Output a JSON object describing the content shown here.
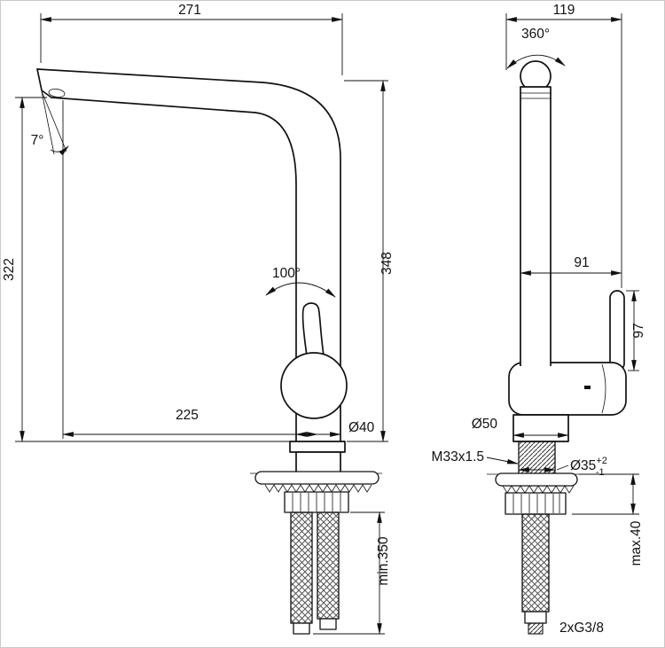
{
  "left_view": {
    "dim_width": "271",
    "dim_spout_height": "322",
    "spout_angle": "7°",
    "lever_angle": "100°",
    "dim_total_height": "348",
    "dim_spout_reach": "225",
    "dim_shank_diameter": "Ø40",
    "dim_hose_min_length": "min.350"
  },
  "right_view": {
    "dim_width": "119",
    "swivel_angle": "360°",
    "dim_handle_offset": "91",
    "dim_handle_length": "97",
    "dim_base_diameter": "Ø50",
    "thread_spec": "M33x1.5",
    "dim_hole_diameter": "Ø35",
    "hole_tol_upper": "+2",
    "hole_tol_lower": "-1",
    "dim_deck_max_thickness": "max.40",
    "connection_spec": "2xG3/8"
  }
}
